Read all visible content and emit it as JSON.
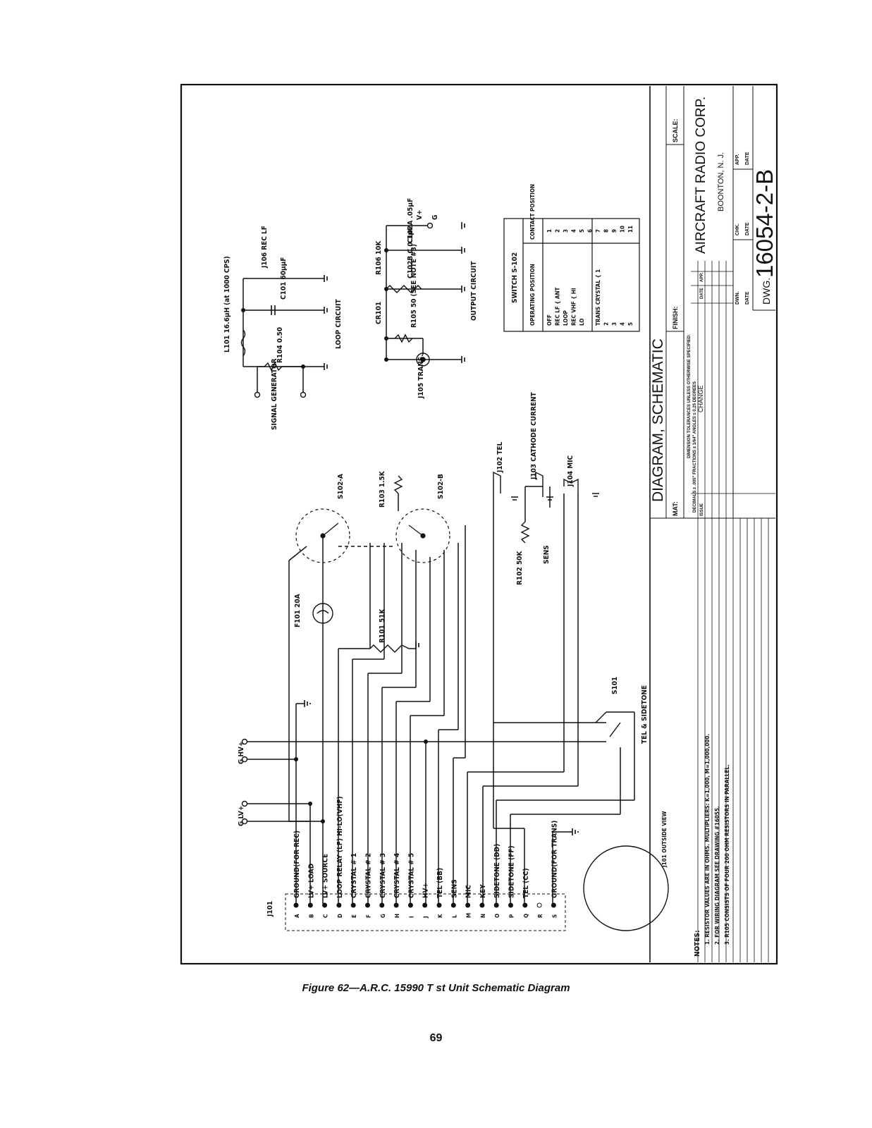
{
  "caption": "Figure 62—A.R.C. 15990 T  st Unit Schematic Diagram",
  "page_number": "69",
  "title_block": {
    "title": "DIAGRAM, SCHEMATIC",
    "mat": "MAT:",
    "finish": "FINISH:",
    "scale": "SCALE:",
    "tolerance_line1": "DIMENSION TOLERANCES UNLESS OTHERWISE SPECIFIED:",
    "tolerance_line2": "DECIMALS ± .005\"  FRACTIONS ± 1/64\"  ANGLES ± 0.25 DEGREES",
    "change_header": "CHANGE",
    "issue_header": "ISSUE",
    "date_header": "DATE",
    "app_header": "APP.",
    "company": "AIRCRAFT RADIO CORP.",
    "location": "BOONTON, N. J.",
    "dwn": "DWN.",
    "chk": "CHK.",
    "app": "APP.",
    "date_label": "DATE",
    "dwg_label": "DWG.",
    "dwg_number": "16054-2-B"
  },
  "notes": {
    "heading": "NOTES:",
    "items": [
      "1. RESISTOR VALUES ARE IN OHMS. MULTIPLIERS: K=1,000, M=1,000,000.",
      "2. FOR WIRING DIAGRAM SEE DRAWING #16055.",
      "3. R105 CONSISTS OF FOUR 200 OHM RESISTORS IN PARALLEL."
    ]
  },
  "j101": {
    "label": "J101",
    "outside_view": "J101 OUTSIDE VIEW",
    "pins": [
      {
        "pin": "A",
        "name": "GROUND(FOR REC)"
      },
      {
        "pin": "B",
        "name": "LV+ LOAD"
      },
      {
        "pin": "C",
        "name": "LV+ SOURCE"
      },
      {
        "pin": "D",
        "name": "LOOP RELAY (LF)  HI-LO(VHF)"
      },
      {
        "pin": "E",
        "name": "CRYSTAL # 1"
      },
      {
        "pin": "F",
        "name": "CRYSTAL # 2"
      },
      {
        "pin": "G",
        "name": "CRYSTAL # 3"
      },
      {
        "pin": "H",
        "name": "CRYSTAL # 4"
      },
      {
        "pin": "I",
        "name": "CRYSTAL # 5"
      },
      {
        "pin": "J",
        "name": "HV+"
      },
      {
        "pin": "K",
        "name": "TEL (BB)"
      },
      {
        "pin": "L",
        "name": "SENS"
      },
      {
        "pin": "M",
        "name": "MIC"
      },
      {
        "pin": "N",
        "name": "KEY"
      },
      {
        "pin": "O",
        "name": "SIDETONE (DD)"
      },
      {
        "pin": "P",
        "name": "SIDETONE (FF)"
      },
      {
        "pin": "Q",
        "name": "TEL (CC)"
      },
      {
        "pin": "R",
        "name": ""
      },
      {
        "pin": "S",
        "name": "GROUND(FOR TRANS)"
      }
    ]
  },
  "terminals": {
    "g_lv": "G  LV+",
    "g_hv": "G  HV+"
  },
  "components": {
    "f101": "F101 20A",
    "r101": "R101 51K",
    "r102": "R102 50K",
    "sens": "SENS",
    "r103": "R103 1.5K",
    "s102a": "S102-A",
    "s102b": "S102-B",
    "j102": "J102 TEL",
    "j103": "J103 CATHODE CURRENT",
    "j104": "J104 MIC",
    "s101": "S101",
    "tel_sidetone": "TEL & SIDETONE",
    "signal_generator": "SIGNAL GENERATOR",
    "r104": "R104 0.50",
    "l101": "L101 16.6µH (at 1000 CPS)",
    "c101": "C101 60µµF",
    "j106": "J106 REC LF",
    "loop_circuit": "LOOP CIRCUIT",
    "j105": "J105 TRANS.",
    "cr101": "CR101",
    "r105": "R105 50 (SEE NOTE #3)",
    "r106": "R106 10K",
    "c102bc": "C102B,C 0.1µF",
    "c102a": "C102A .05µF",
    "v_plus": "V+",
    "g": "G",
    "output_circuit": "OUTPUT CIRCUIT"
  },
  "switch_table": {
    "title": "SWITCH S-102",
    "col1": "OPERATING POSITION",
    "col2": "CONTACT POSITION",
    "rows": [
      {
        "position": "OFF",
        "contact": "1"
      },
      {
        "position": "REC LF { ANT",
        "contact": "2"
      },
      {
        "position": "LOOP",
        "contact": "3"
      },
      {
        "position": "REC VHF { HI",
        "contact": "4"
      },
      {
        "position": "LO",
        "contact": "5"
      },
      {
        "position": "",
        "contact": "6"
      },
      {
        "position": "TRANS CRYSTAL { 1",
        "contact": "7"
      },
      {
        "position": "2",
        "contact": "8"
      },
      {
        "position": "3",
        "contact": "9"
      },
      {
        "position": "4",
        "contact": "10"
      },
      {
        "position": "5",
        "contact": "11"
      }
    ]
  }
}
